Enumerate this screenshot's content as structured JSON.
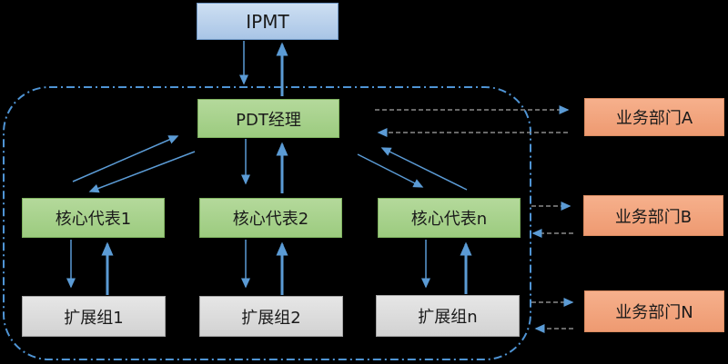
{
  "diagram": {
    "background": "#000000",
    "colors": {
      "ipmt_fill": "#b7cde9",
      "ipmt_border": "#6e96c4",
      "green_fill": "#a8d08d",
      "green_border": "#7fb25f",
      "gray_fill": "#d9d9d9",
      "gray_border": "#a6a6a6",
      "orange_fill": "#f2a17c",
      "orange_border": "#d98b60",
      "solid_arrow_blue": "#5b9bd5",
      "dashed_arrow_gray": "#8a8a8a",
      "boundary_blue": "#4f94d4"
    },
    "nodes": {
      "ipmt": {
        "label": "IPMT"
      },
      "pdt_manager": {
        "label": "PDT经理"
      },
      "core_reps": [
        {
          "label": "核心代表1"
        },
        {
          "label": "核心代表2"
        },
        {
          "label": "核心代表n"
        }
      ],
      "extension_groups": [
        {
          "label": "扩展组1"
        },
        {
          "label": "扩展组2"
        },
        {
          "label": "扩展组n"
        }
      ],
      "business_depts": [
        {
          "label": "业务部门A"
        },
        {
          "label": "业务部门B"
        },
        {
          "label": "业务部门N"
        }
      ]
    },
    "edges": [
      {
        "from": "IPMT",
        "to": "PDT经理",
        "style": "solid",
        "bidirectional": true
      },
      {
        "from": "PDT经理",
        "to": "核心代表1",
        "style": "solid",
        "bidirectional": true
      },
      {
        "from": "PDT经理",
        "to": "核心代表2",
        "style": "solid",
        "bidirectional": true
      },
      {
        "from": "PDT经理",
        "to": "核心代表n",
        "style": "solid",
        "bidirectional": true
      },
      {
        "from": "核心代表1",
        "to": "扩展组1",
        "style": "solid",
        "bidirectional": true
      },
      {
        "from": "核心代表2",
        "to": "扩展组2",
        "style": "solid",
        "bidirectional": true
      },
      {
        "from": "核心代表n",
        "to": "扩展组n",
        "style": "solid",
        "bidirectional": true
      },
      {
        "from": "PDT经理",
        "to": "业务部门A",
        "style": "dashed",
        "bidirectional": true
      },
      {
        "from": "PDT团队边界",
        "to": "业务部门B",
        "style": "dashed",
        "bidirectional": true
      },
      {
        "from": "PDT团队边界",
        "to": "业务部门N",
        "style": "dashed",
        "bidirectional": true
      }
    ],
    "boundary": {
      "shape": "rounded-dash-dot-rectangle",
      "encloses": "PDT经理 / 核心代表 / 扩展组"
    }
  }
}
